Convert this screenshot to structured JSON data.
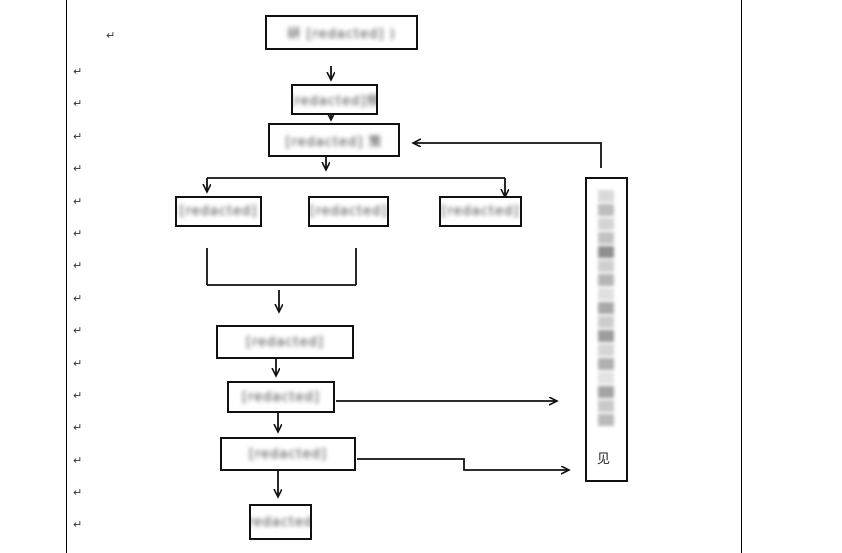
{
  "document": {
    "paragraph_mark": "↵"
  },
  "flowchart": {
    "node_1": {
      "label": "研 [redacted] )"
    },
    "node_2": {
      "label": "[redacted]频"
    },
    "node_3": {
      "label": "[redacted] 策"
    },
    "branch_left": {
      "label": "[redacted]"
    },
    "branch_middle": {
      "label": "[redacted]"
    },
    "branch_right": {
      "label": "[redacted]"
    },
    "node_4": {
      "label": "[redacted]"
    },
    "node_5": {
      "label": "[redacted]"
    },
    "node_6": {
      "label": "[redacted]"
    },
    "node_7": {
      "label": "[redacted]"
    },
    "feedback_box": {
      "label_suffix": "见"
    }
  }
}
